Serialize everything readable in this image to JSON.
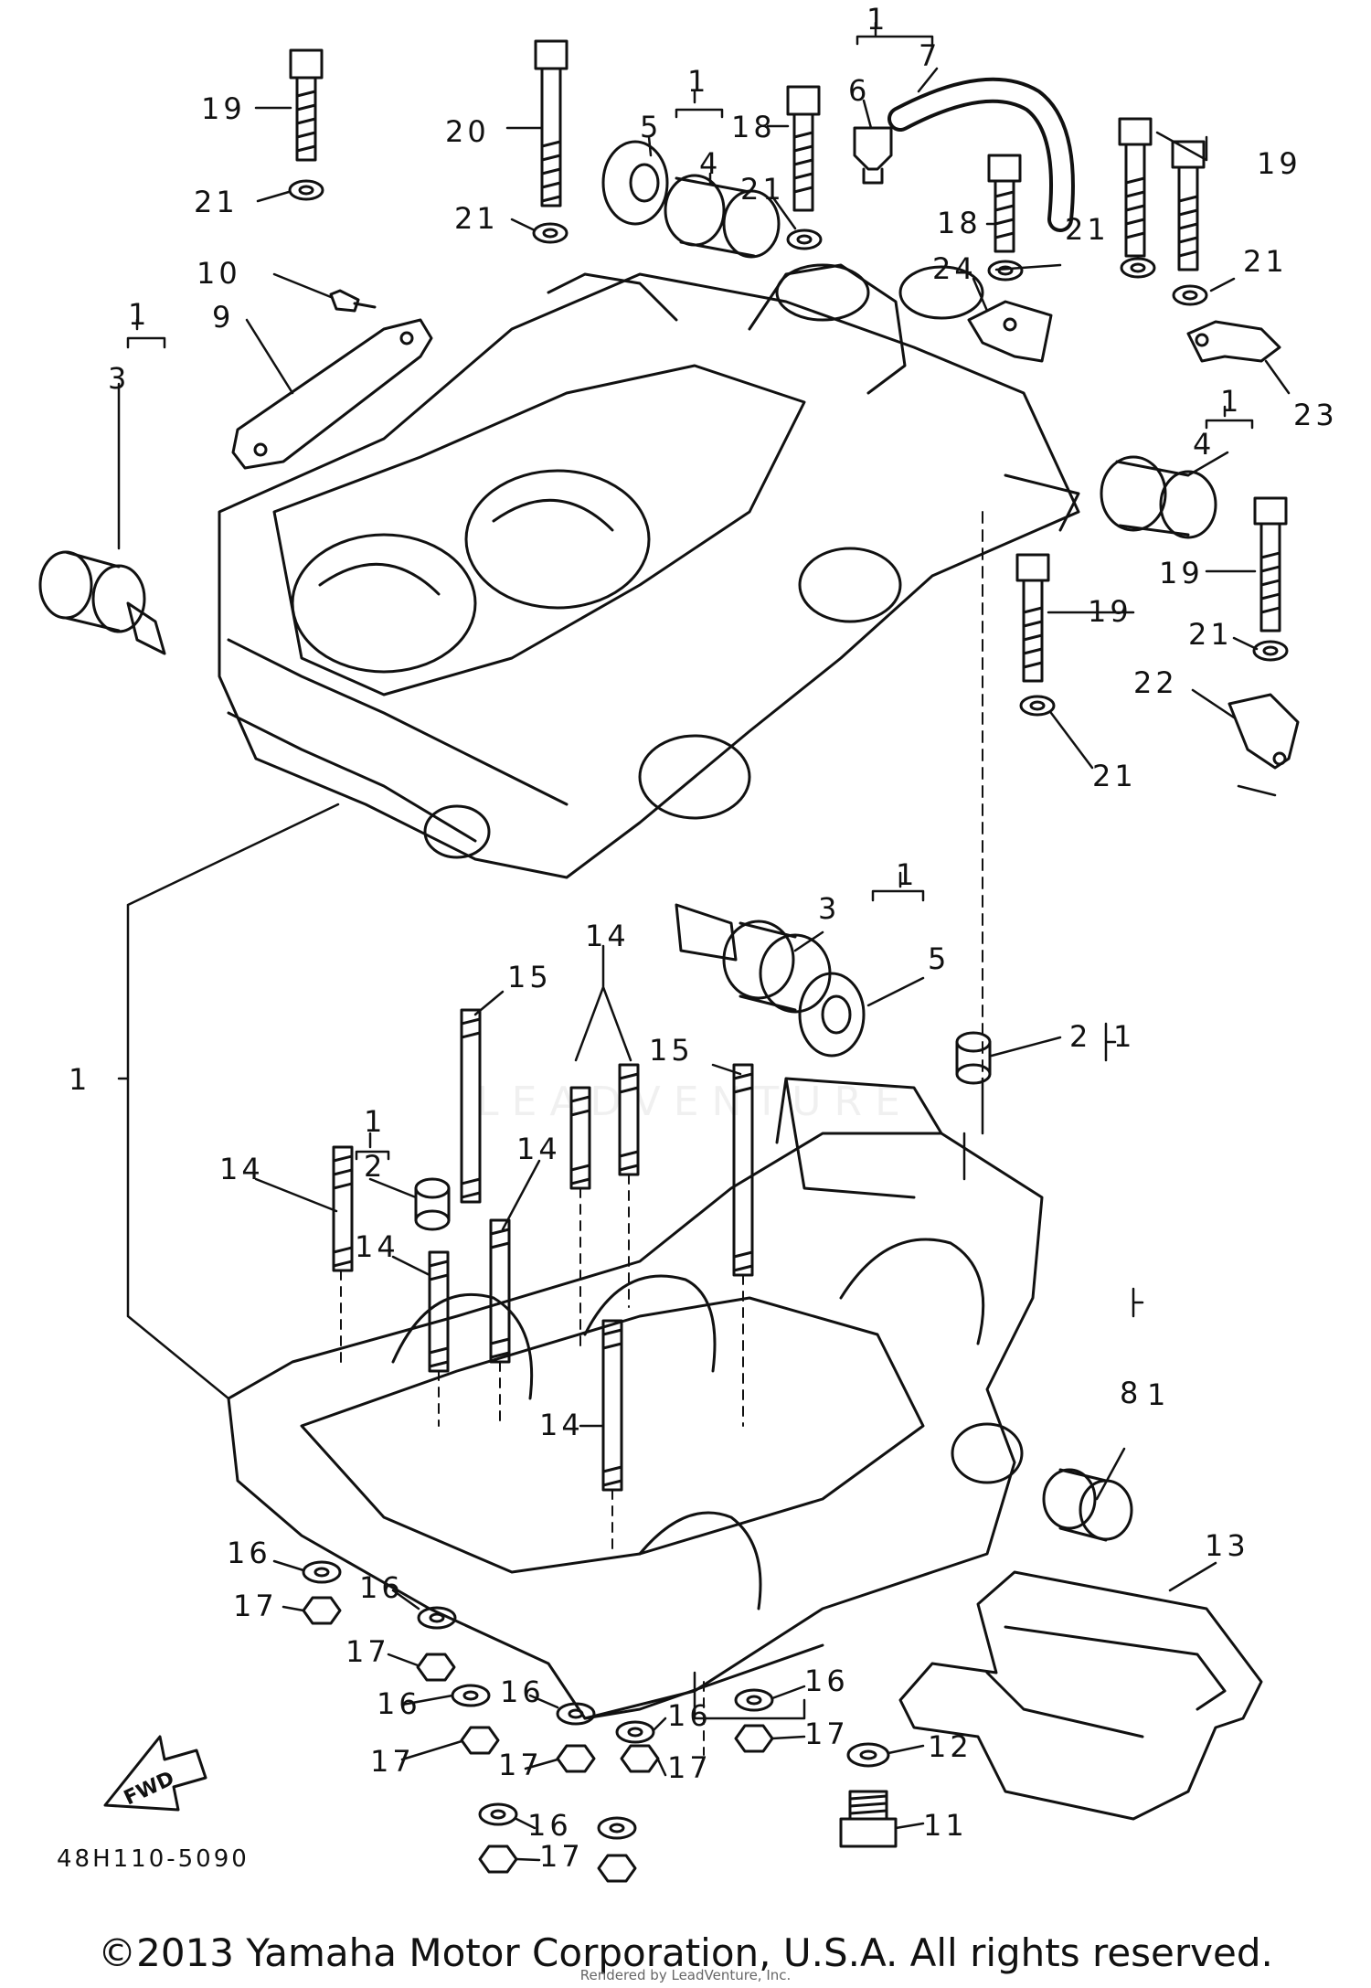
{
  "diagram": {
    "drawing_code": "48H110-5090",
    "forward_marker": "FWD",
    "watermark": "LEADVENTURE",
    "callouts": [
      {
        "id": "c19a",
        "text": "19"
      },
      {
        "id": "c21a",
        "text": "21"
      },
      {
        "id": "c10",
        "text": "10"
      },
      {
        "id": "c9",
        "text": "9"
      },
      {
        "id": "c1a",
        "text": "1"
      },
      {
        "id": "c3a",
        "text": "3"
      },
      {
        "id": "c20",
        "text": "20"
      },
      {
        "id": "c21b",
        "text": "21"
      },
      {
        "id": "c1b",
        "text": "1"
      },
      {
        "id": "c5a",
        "text": "5"
      },
      {
        "id": "c4a",
        "text": "4"
      },
      {
        "id": "c18a",
        "text": "18"
      },
      {
        "id": "c21c",
        "text": "21"
      },
      {
        "id": "c1c",
        "text": "1"
      },
      {
        "id": "c7",
        "text": "7"
      },
      {
        "id": "c6",
        "text": "6"
      },
      {
        "id": "c18b",
        "text": "18"
      },
      {
        "id": "c24",
        "text": "24"
      },
      {
        "id": "c21d",
        "text": "21"
      },
      {
        "id": "c19b",
        "text": "19"
      },
      {
        "id": "c21e",
        "text": "21"
      },
      {
        "id": "c23",
        "text": "23"
      },
      {
        "id": "c1d",
        "text": "1"
      },
      {
        "id": "c4b",
        "text": "4"
      },
      {
        "id": "c19c",
        "text": "19"
      },
      {
        "id": "c19d",
        "text": "19"
      },
      {
        "id": "c21f",
        "text": "21"
      },
      {
        "id": "c22",
        "text": "22"
      },
      {
        "id": "c21g",
        "text": "21"
      },
      {
        "id": "c1e",
        "text": "1"
      },
      {
        "id": "c3b",
        "text": "3"
      },
      {
        "id": "c5b",
        "text": "5"
      },
      {
        "id": "c14a",
        "text": "14"
      },
      {
        "id": "c15a",
        "text": "15"
      },
      {
        "id": "c15b",
        "text": "15"
      },
      {
        "id": "c2a",
        "text": "2"
      },
      {
        "id": "c1f",
        "text": "1"
      },
      {
        "id": "c1g",
        "text": "1"
      },
      {
        "id": "c1h",
        "text": "1"
      },
      {
        "id": "c2b",
        "text": "2"
      },
      {
        "id": "c14b",
        "text": "14"
      },
      {
        "id": "c14c",
        "text": "14"
      },
      {
        "id": "c14d",
        "text": "14"
      },
      {
        "id": "c14e",
        "text": "14"
      },
      {
        "id": "c8",
        "text": "8"
      },
      {
        "id": "c1i",
        "text": "1"
      },
      {
        "id": "c13",
        "text": "13"
      },
      {
        "id": "c16a",
        "text": "16"
      },
      {
        "id": "c17a",
        "text": "17"
      },
      {
        "id": "c16b",
        "text": "16"
      },
      {
        "id": "c17b",
        "text": "17"
      },
      {
        "id": "c16c",
        "text": "16"
      },
      {
        "id": "c16d",
        "text": "16"
      },
      {
        "id": "c16e",
        "text": "16"
      },
      {
        "id": "c16f",
        "text": "16"
      },
      {
        "id": "c17c",
        "text": "17"
      },
      {
        "id": "c17d",
        "text": "17"
      },
      {
        "id": "c17e",
        "text": "17"
      },
      {
        "id": "c17f",
        "text": "17"
      },
      {
        "id": "c12",
        "text": "12"
      },
      {
        "id": "c16g",
        "text": "16"
      },
      {
        "id": "c17g",
        "text": "17"
      },
      {
        "id": "c11",
        "text": "11"
      }
    ]
  },
  "footer": {
    "copyright": "©2013 Yamaha Motor Corporation, U.S.A. All rights reserved.",
    "rendered_by": "Rendered by LeadVenture, Inc."
  }
}
